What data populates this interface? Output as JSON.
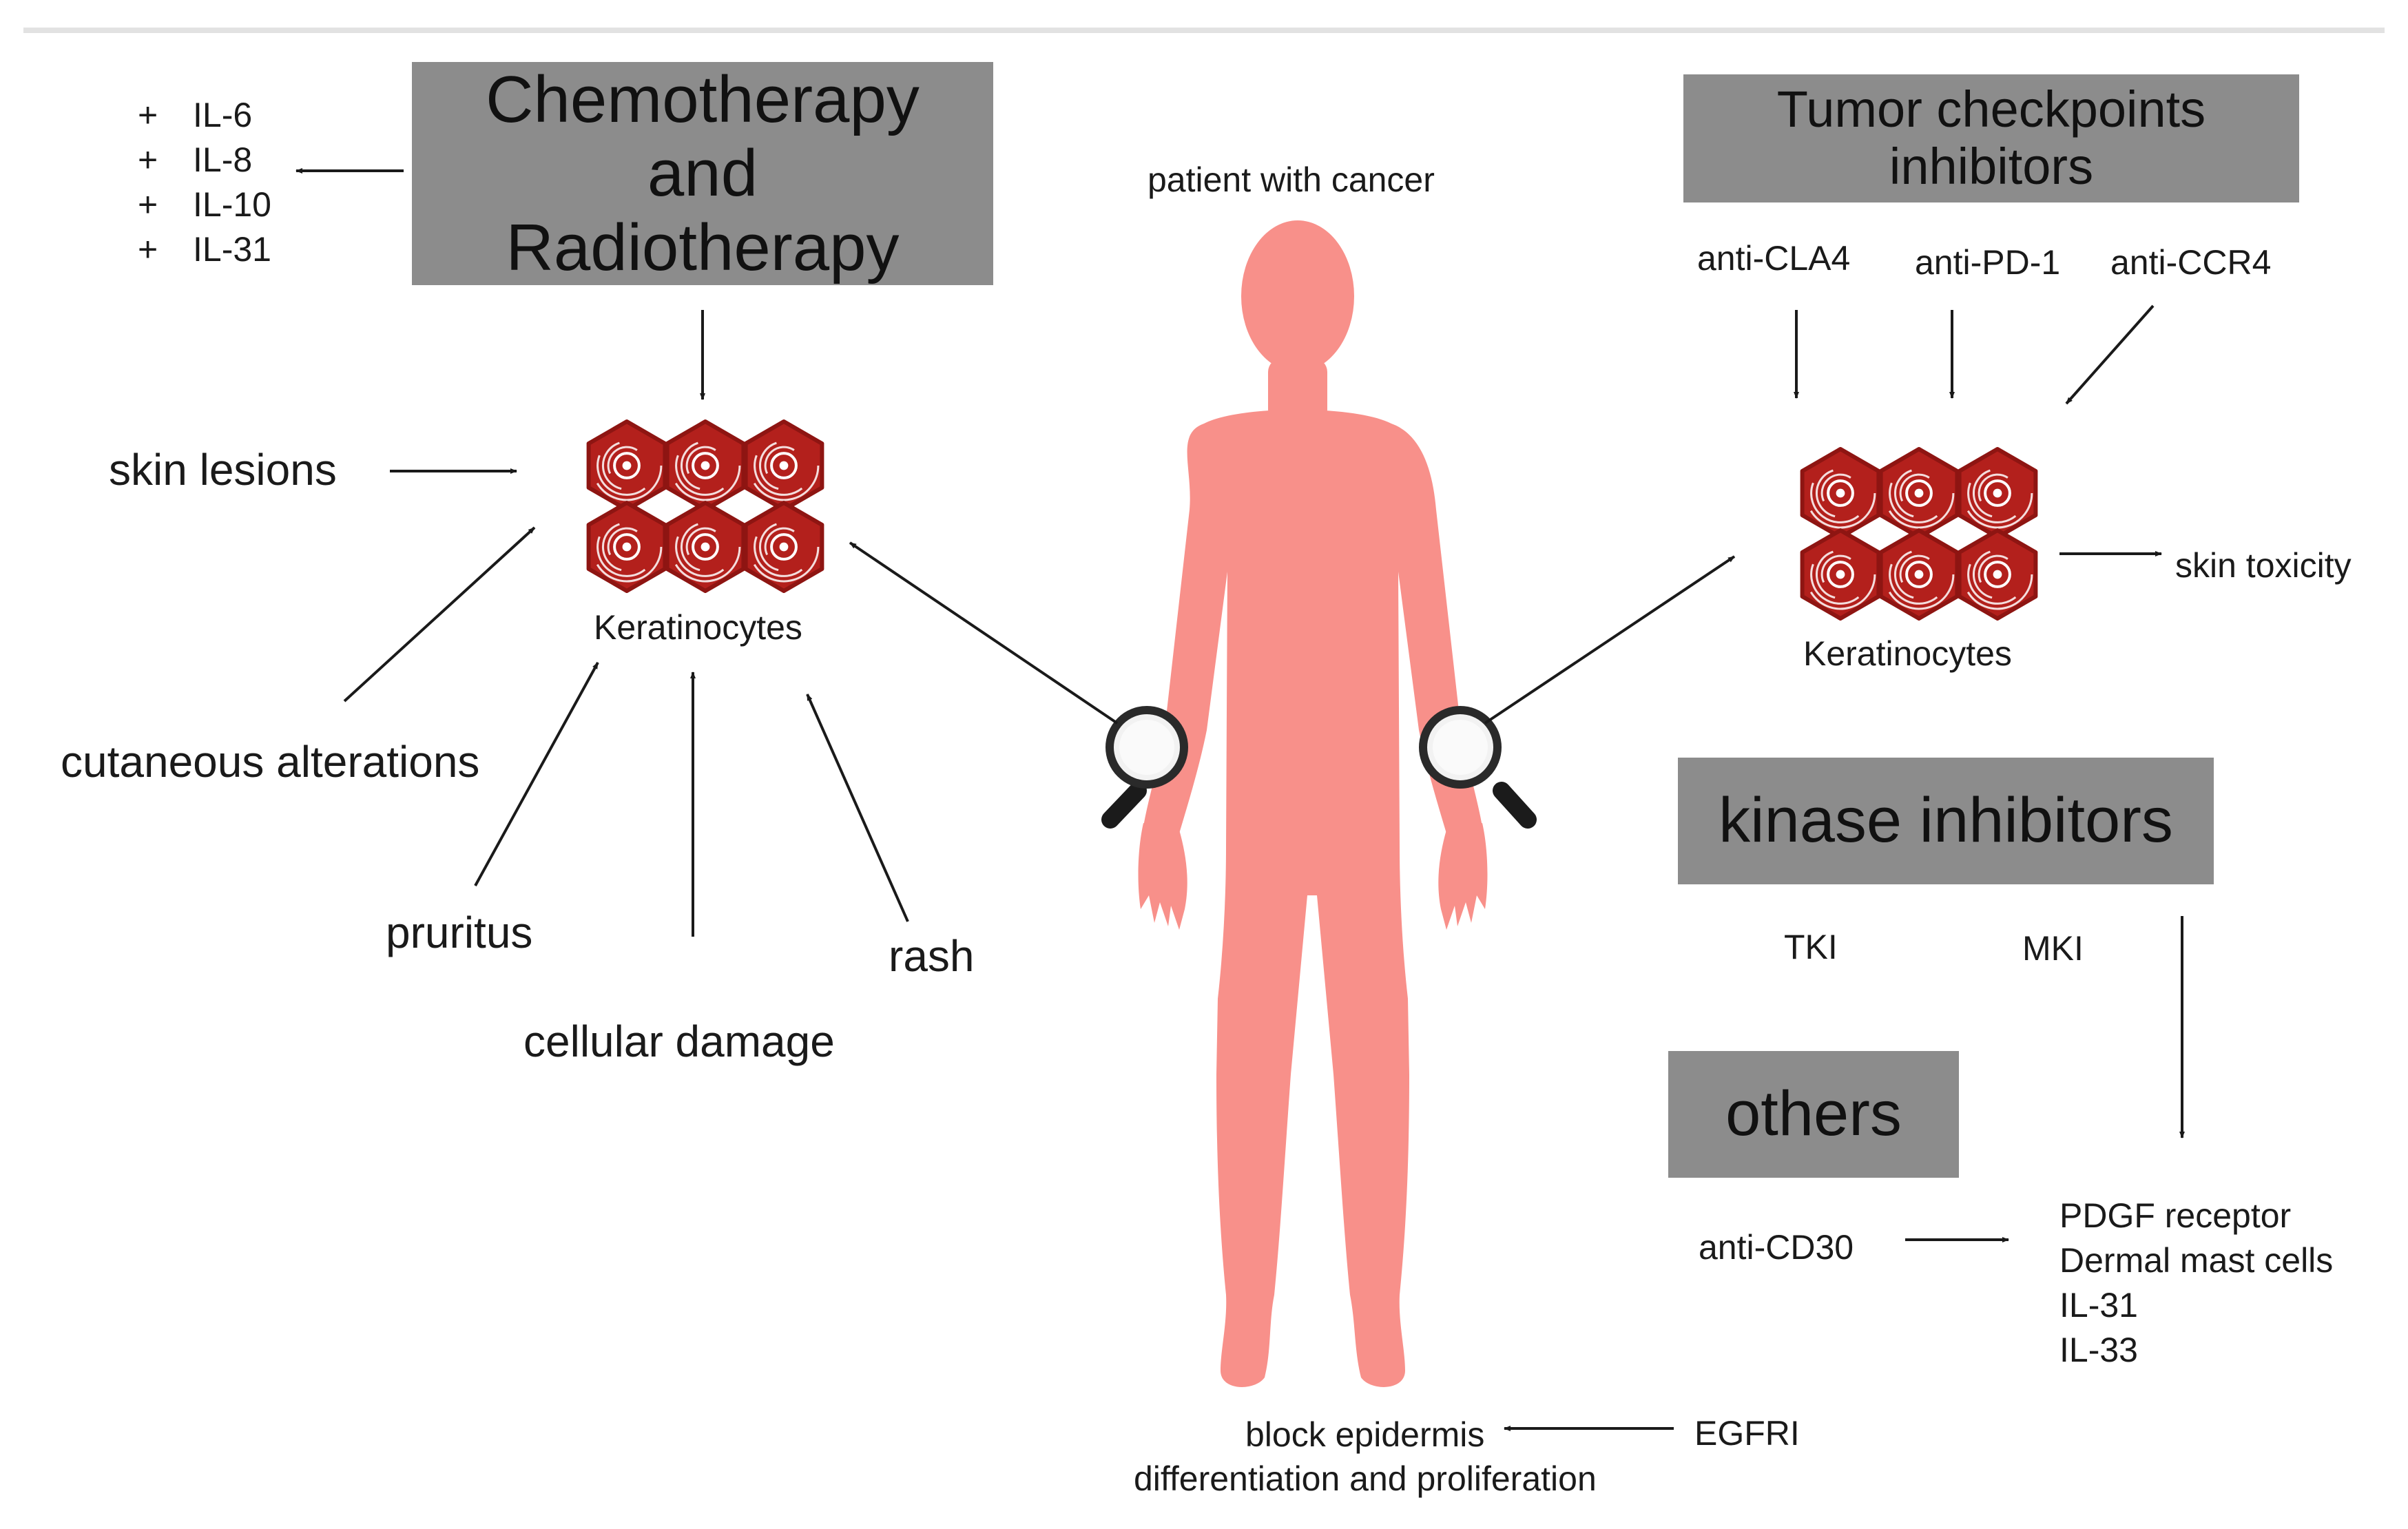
{
  "treatments": {
    "chemo_line1": "Chemotherapy",
    "chemo_line2": "and",
    "chemo_line3": "Radiotherapy",
    "checkpoint_title": "Tumor checkpoints inhibitors",
    "kinase_title": "kinase inhibitors",
    "others_title": "others"
  },
  "interleukins": [
    {
      "sign": "+",
      "name": "IL-6"
    },
    {
      "sign": "+",
      "name": "IL-8"
    },
    {
      "sign": "+",
      "name": "IL-10"
    },
    {
      "sign": "+",
      "name": "IL-31"
    }
  ],
  "left_effects": {
    "skin_lesions": "skin lesions",
    "cutaneous_alterations": "cutaneous alterations",
    "pruritus": "pruritus",
    "cellular_damage": "cellular damage",
    "rash": "rash"
  },
  "keratinocytes_left": "Keratinocytes",
  "keratinocytes_right": "Keratinocytes",
  "patient_label": "patient with cancer",
  "checkpoint_agents": {
    "cla4": "anti-CLA4",
    "pd1": "anti-PD-1",
    "ccr4": "anti-CCR4"
  },
  "skin_toxicity": "skin toxicity",
  "kinase_agents": {
    "tki": "TKI",
    "mki": "MKI"
  },
  "others_agent": "anti-CD30",
  "targets": [
    "PDGF receptor",
    "Dermal mast cells",
    "IL-31",
    "IL-33"
  ],
  "egfri": "EGFRI",
  "block_line1": "block epidermis",
  "block_line2": "differentiation and proliferation",
  "colors": {
    "box_gray": "#8c8c8c",
    "body_pink": "#f8908a",
    "cell_red": "#b3201c",
    "arrow": "#1a1a1a"
  }
}
